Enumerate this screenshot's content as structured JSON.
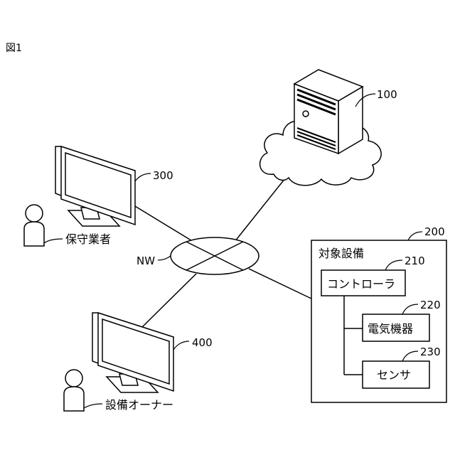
{
  "figure": {
    "label": "図1"
  },
  "server": {
    "ref": "100"
  },
  "maintenance_terminal": {
    "ref": "300",
    "user_label": "保守業者"
  },
  "owner_terminal": {
    "ref": "400",
    "user_label": "設備オーナー"
  },
  "network": {
    "label": "NW"
  },
  "facility": {
    "ref": "200",
    "title": "対象設備",
    "controller": {
      "ref": "210",
      "label": "コントローラ"
    },
    "equipment": {
      "ref": "220",
      "label": "電気機器"
    },
    "sensor": {
      "ref": "230",
      "label": "センサ"
    }
  }
}
